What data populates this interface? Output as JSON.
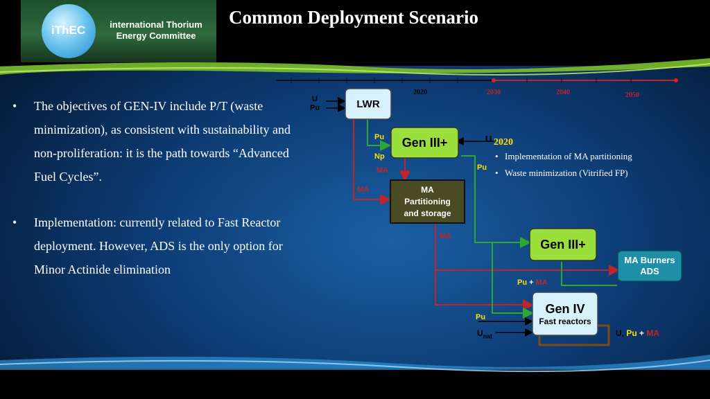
{
  "title": "Common Deployment Scenario",
  "logo": {
    "abbr": "iThEC",
    "line1": "international Thorium",
    "line2": "Energy Committee"
  },
  "bullet_char": "•",
  "bullets": [
    "The objectives of GEN-IV include P/T (waste minimization), as consistent with sustainability and non-proliferation: it is the path towards “Advanced Fuel Cycles”.",
    "Implementation: currently related to Fast Reactor deployment. However,  ADS is the only option for Minor Actinide elimination"
  ],
  "timeline": {
    "years": [
      "2020",
      "2030",
      "2040",
      "2050"
    ]
  },
  "boxes": {
    "lwr": "LWR",
    "gen3a": "Gen III+",
    "ma_line1": "MA",
    "ma_line2": "Partitioning",
    "ma_line3": "and storage",
    "gen3b": "Gen III+",
    "ads_line1": "MA Burners",
    "ads_line2": "ADS",
    "gen4_line1": "Gen IV",
    "gen4_line2": "Fast reactors"
  },
  "flow_labels": {
    "u": "U",
    "pu": "Pu",
    "np": "Np",
    "ma": "MA",
    "plus": "+",
    "comma": ",",
    "unat_main": "U",
    "unat_sub": "nat"
  },
  "note": {
    "heading": "2020",
    "items": [
      "Implementation of MA partitioning",
      "Waste minimization (Vitrified FP)"
    ]
  },
  "colors": {
    "green_flow": "#2fa82f",
    "red_flow": "#c0252a",
    "yellow_label": "#ffe000",
    "box_green": "#9be03a",
    "box_cyan": "#1e8fa7",
    "box_lightblue": "#d8f2fb",
    "box_olive": "#4a4a24"
  }
}
